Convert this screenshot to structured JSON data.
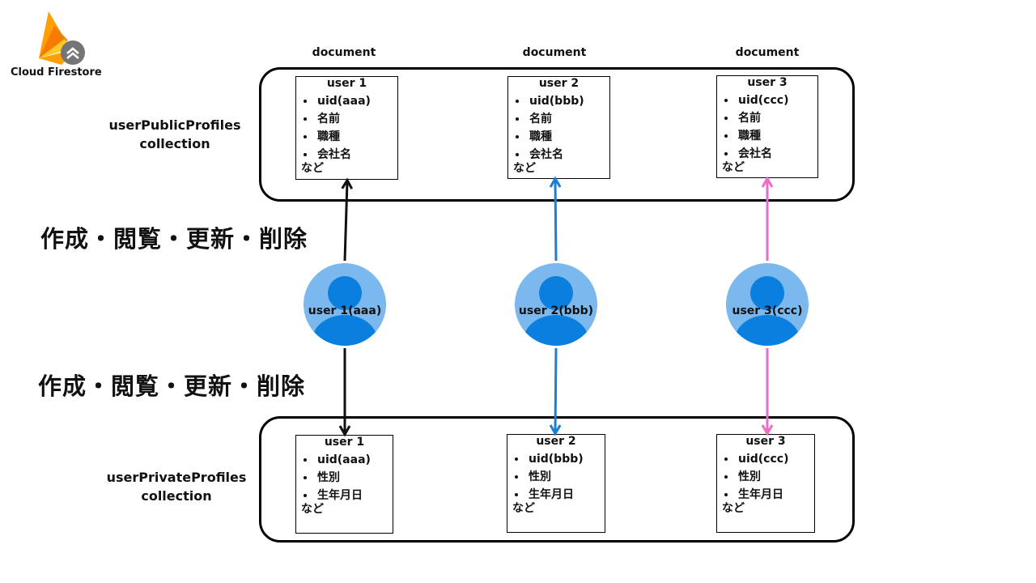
{
  "logo": {
    "text": "Cloud Firestore",
    "icon": "firebase-flame-icon"
  },
  "public_collection": {
    "label_line1": "userPublicProfiles",
    "label_line2": "collection",
    "documents": [
      {
        "header": "document",
        "title": "user 1",
        "fields": [
          "uid(aaa)",
          "名前",
          "職種",
          "会社名"
        ],
        "etc": "など"
      },
      {
        "header": "document",
        "title": "user 2",
        "fields": [
          "uid(bbb)",
          "名前",
          "職種",
          "会社名"
        ],
        "etc": "など"
      },
      {
        "header": "document",
        "title": "user 3",
        "fields": [
          "uid(ccc)",
          "名前",
          "職種",
          "会社名"
        ],
        "etc": "など"
      }
    ]
  },
  "private_collection": {
    "label_line1": "userPrivateProfiles",
    "label_line2": "collection",
    "documents": [
      {
        "title": "user 1",
        "fields": [
          "uid(aaa)",
          "性別",
          "生年月日"
        ],
        "etc": "など"
      },
      {
        "title": "user 2",
        "fields": [
          "uid(bbb)",
          "性別",
          "生年月日"
        ],
        "etc": "など"
      },
      {
        "title": "user 3",
        "fields": [
          "uid(ccc)",
          "性別",
          "生年月日"
        ],
        "etc": "など"
      }
    ]
  },
  "actions": {
    "top": "作成・閲覧・更新・削除",
    "bottom": "作成・閲覧・更新・削除"
  },
  "users": [
    {
      "label": "user 1(aaa)",
      "arrow_color": "#111111"
    },
    {
      "label": "user 2(bbb)",
      "arrow_color": "#1a7fd6"
    },
    {
      "label": "user 3(ccc)",
      "arrow_color": "#f06ac8"
    }
  ],
  "colors": {
    "avatar_bg": "#7bb8ee",
    "avatar_fg": "#0b7fde"
  }
}
